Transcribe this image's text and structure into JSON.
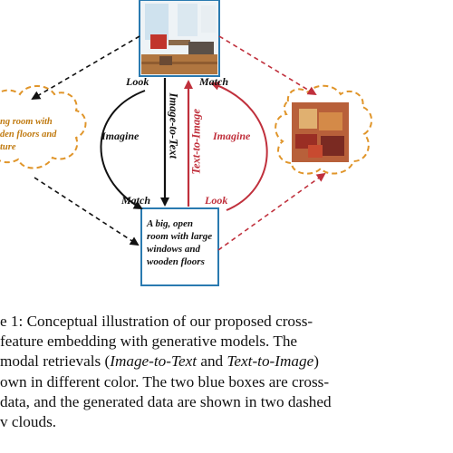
{
  "figure": {
    "text_box": [
      "A big, open",
      "room with large",
      "windows and",
      "wooden floors"
    ],
    "left_cloud_lines": [
      "ng room with",
      "den floors and",
      "ture"
    ],
    "labels": {
      "look_top": "Look",
      "match_top": "Match",
      "imagine_left": "Imagine",
      "imagine_right": "Imagine",
      "match_bottom": "Match",
      "look_bottom": "Look",
      "image_to_text": "Image-to-Text",
      "text_to_image": "Text-to-Image"
    },
    "colors": {
      "black_flow": "#111111",
      "red_flow": "#c0303c",
      "cloud_border": "#e0952a",
      "cloud_text": "#c07a10",
      "blue_box": "#2a7ab0"
    }
  },
  "caption": {
    "lines": [
      "e 1:  Conceptual illustration of our proposed cross-",
      " feature embedding with generative models.  The",
      "modal retrievals (",
      "own in different color. The two blue boxes are cross-",
      " data, and the generated data are shown in two dashed",
      "v clouds."
    ],
    "line3_em1": "Image-to-Text",
    "line3_mid": " and ",
    "line3_em2": "Text-to-Image",
    "line3_end": ")"
  }
}
